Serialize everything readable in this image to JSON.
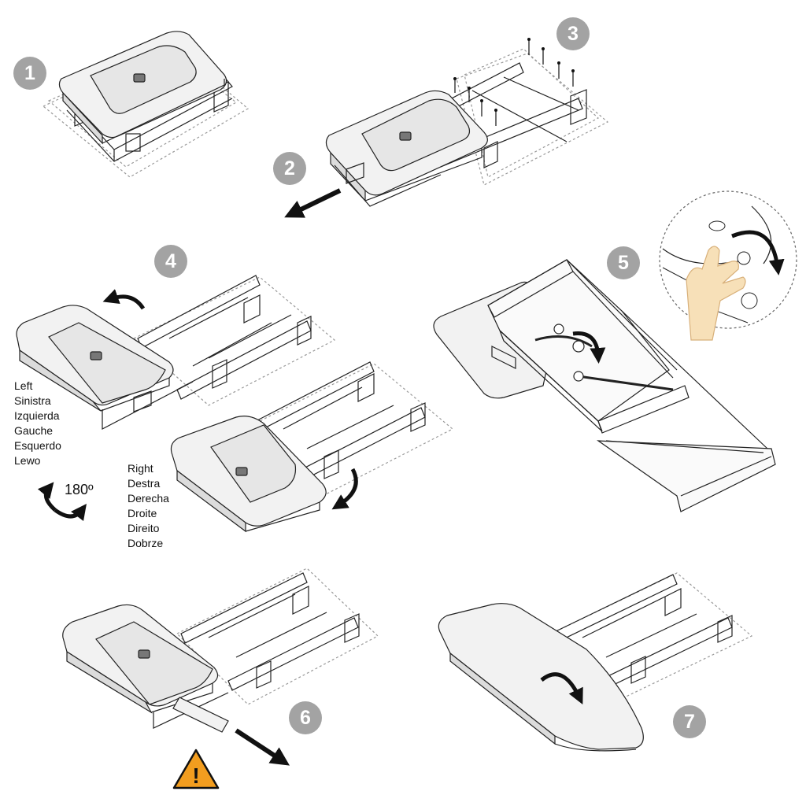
{
  "steps": [
    {
      "number": "1"
    },
    {
      "number": "2"
    },
    {
      "number": "3"
    },
    {
      "number": "4"
    },
    {
      "number": "5"
    },
    {
      "number": "6"
    },
    {
      "number": "7"
    }
  ],
  "left_labels": [
    "Left",
    "Sinistra",
    "Izquierda",
    "Gauche",
    "Esquerdo",
    "Lewo"
  ],
  "right_labels": [
    "Right",
    "Destra",
    "Derecha",
    "Droite",
    "Direito",
    "Dobrze"
  ],
  "rotation": "180º",
  "warning": {
    "symbol": "!",
    "color": "#f29d1f"
  },
  "colors": {
    "badge": "#a3a3a3",
    "line": "#222222",
    "board": "#f2f2f2"
  }
}
